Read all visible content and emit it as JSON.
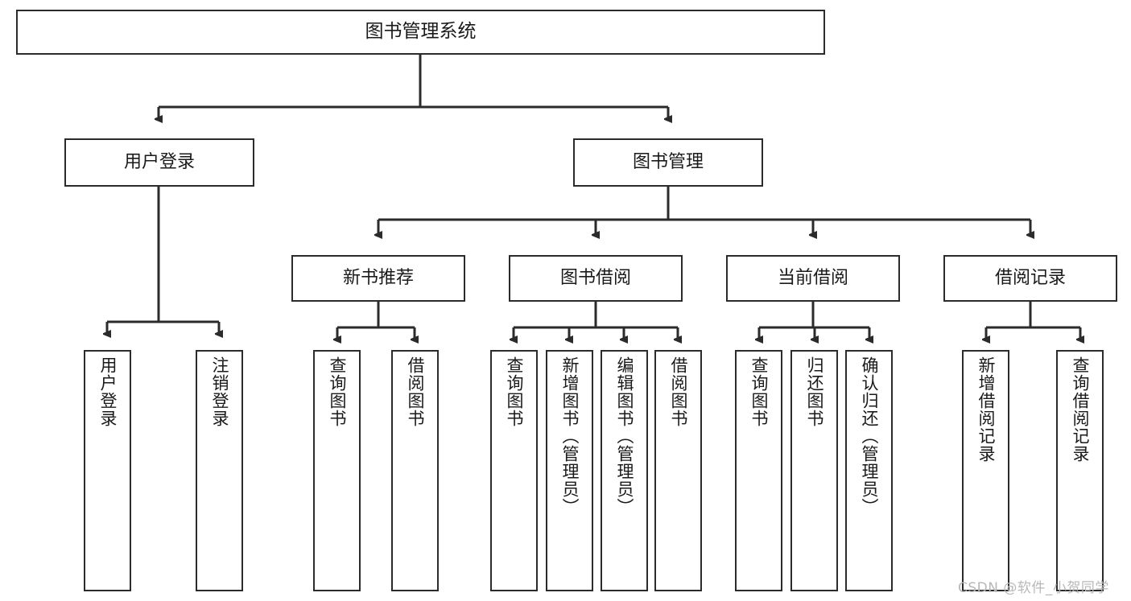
{
  "diagram": {
    "title": "图书管理系统",
    "type": "tree-hierarchy-chart",
    "line_color": "#2b2b2b",
    "box_fill": "#ffffff",
    "text_color": "#1a1a1a",
    "root": {
      "label": "图书管理系统"
    },
    "level2": [
      {
        "label": "用户登录"
      },
      {
        "label": "图书管理"
      }
    ],
    "level3": [
      {
        "label": "新书推荐"
      },
      {
        "label": "图书借阅"
      },
      {
        "label": "当前借阅"
      },
      {
        "label": "借阅记录"
      }
    ],
    "leaves": {
      "user_login": [
        {
          "label": "用户登录"
        },
        {
          "label": "注销登录"
        }
      ],
      "new_book_recommend": [
        {
          "label": "查询图书"
        },
        {
          "label": "借阅图书"
        }
      ],
      "book_borrow": [
        {
          "label": "查询图书"
        },
        {
          "label": "新增图书（管理员）"
        },
        {
          "label": "编辑图书（管理员）"
        },
        {
          "label": "借阅图书"
        }
      ],
      "current_borrow": [
        {
          "label": "查询图书"
        },
        {
          "label": "归还图书"
        },
        {
          "label": "确认归还（管理员）"
        }
      ],
      "borrow_record": [
        {
          "label": "新增借阅记录"
        },
        {
          "label": "查询借阅记录"
        }
      ]
    }
  },
  "watermark": {
    "text": "CSDN @软件_小贺同学",
    "color": "#b8b8b8"
  }
}
